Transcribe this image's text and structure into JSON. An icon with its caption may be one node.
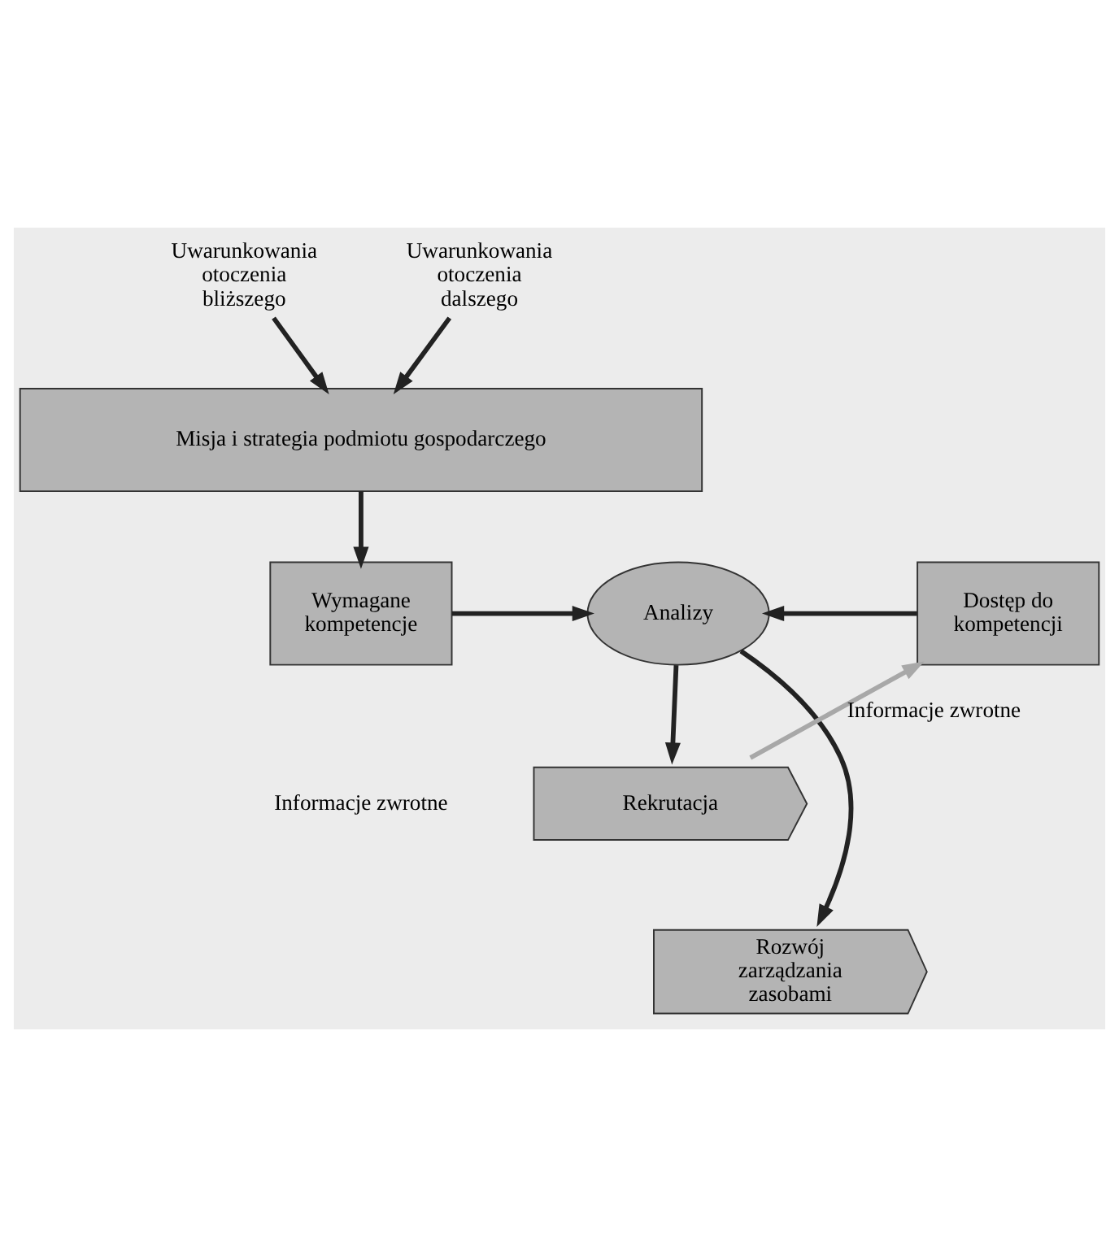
{
  "diagram": {
    "nodes": [
      {
        "text": [
          "Uwarunkowania otoczenia bliższego"
        ]
      },
      {
        "text": [
          "Uwarunkowania otoczenia dalszego"
        ]
      },
      {
        "text": [
          "Misja i strategia podmiotu gospodarczego"
        ]
      },
      {
        "text": [
          "Wymagane kompetencje"
        ]
      },
      {
        "text": [
          "Analizy"
        ]
      },
      {
        "text": [
          "Dostęp do kompetencji"
        ]
      },
      {
        "text": [
          "Rekrutacja"
        ]
      },
      {
        "text": [
          "Rozwój zarządzania zasobami"
        ]
      }
    ],
    "edges": [
      {
        "from": 0,
        "to": 2,
        "arrow": "to"
      },
      {
        "from": 1,
        "to": 2,
        "arrow": "to"
      },
      {
        "from": 2,
        "to": 3,
        "arrow": "to"
      },
      {
        "from": 3,
        "to": 4,
        "arrow": "to"
      },
      {
        "from": 5,
        "to": 4,
        "arrow": "to"
      },
      {
        "from": 4,
        "to": 6,
        "arrow": "to"
      },
      {
        "from": 4,
        "to": 7,
        "arrow": "to"
      },
      {
        "from": 6,
        "to": 5,
        "arrow": "to",
        "color": "#a8a8a8",
        "label": "Informacje zwrotne"
      }
    ],
    "labels": [
      "Informacje zwrotne"
    ]
  }
}
